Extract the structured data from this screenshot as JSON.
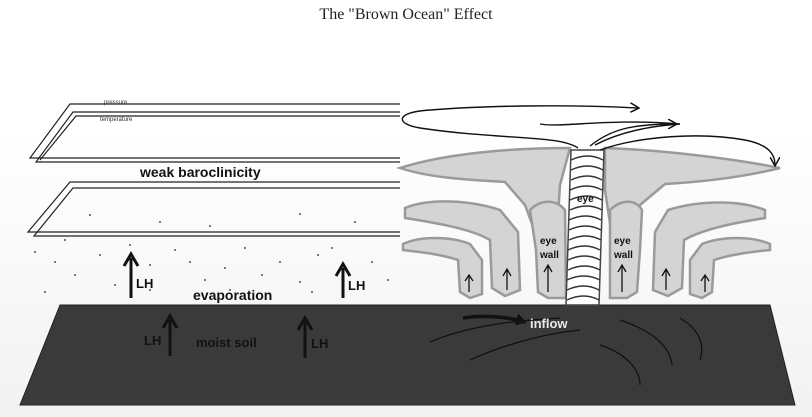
{
  "title": "The \"Brown Ocean\" Effect",
  "labels": {
    "pressure": "pressure",
    "temperature": "temperature",
    "weak_baroclinicity": "weak baroclinicity",
    "evaporation": "evaporation",
    "moist_soil": "moist soil",
    "lh": "LH",
    "eye": "eye",
    "eye_wall": "eye wall",
    "eye_wall_line1": "eye",
    "eye_wall_line2": "wall",
    "inflow": "inflow"
  },
  "colors": {
    "ground": "#3a3a3a",
    "cloud_fill": "#d4d4d4",
    "cloud_edge": "#9a9a9a",
    "line": "#111111"
  }
}
